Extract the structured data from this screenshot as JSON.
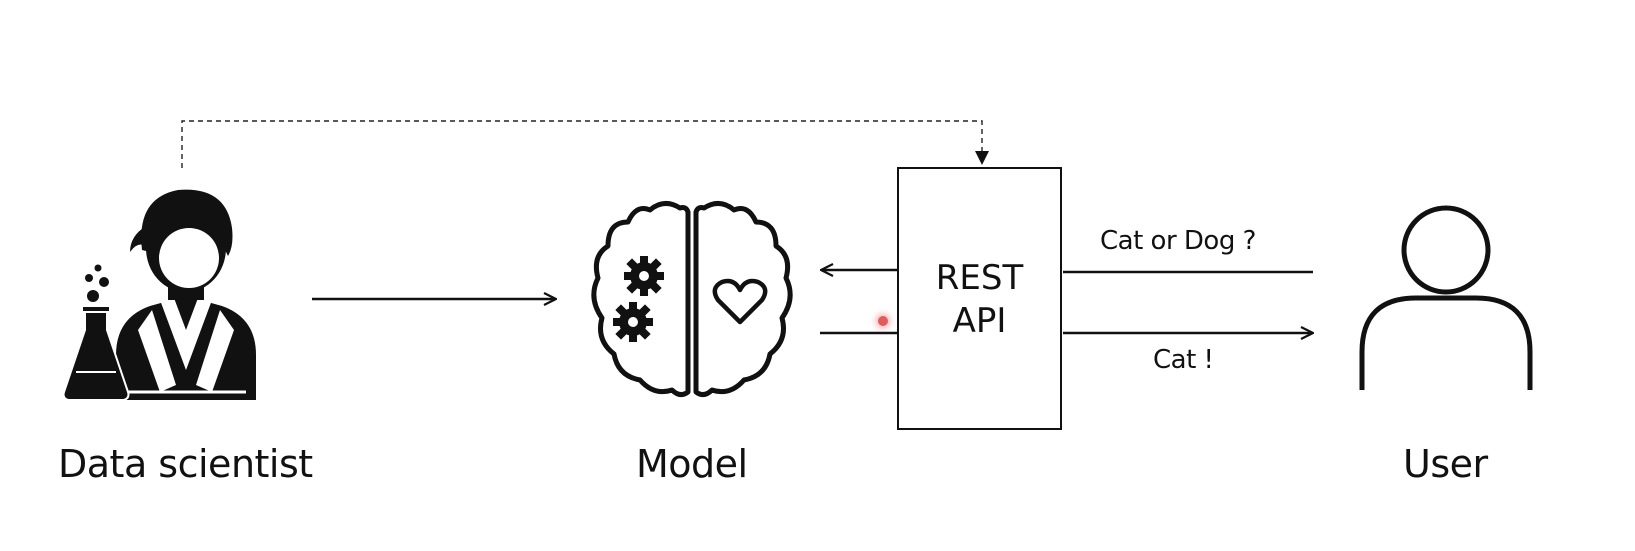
{
  "nodes": {
    "data_scientist": {
      "label": "Data scientist",
      "icon": "scientist-icon"
    },
    "model": {
      "label": "Model",
      "icon": "brain-icon"
    },
    "api": {
      "line1": "REST",
      "line2": "API"
    },
    "user": {
      "label": "User",
      "icon": "user-icon"
    }
  },
  "edges": {
    "request": {
      "label": "Cat or Dog ?"
    },
    "response": {
      "label": "Cat !"
    }
  },
  "colors": {
    "ink": "#111111",
    "background": "#ffffff",
    "cursor": "#e25b5b"
  }
}
